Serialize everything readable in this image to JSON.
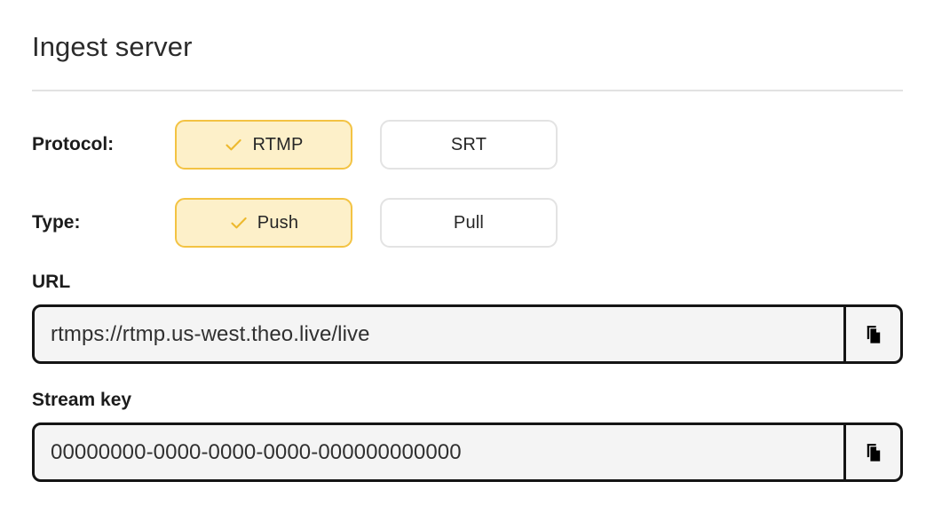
{
  "header": {
    "title": "Ingest server"
  },
  "protocol": {
    "label": "Protocol:",
    "options": [
      {
        "label": "RTMP",
        "selected": true,
        "icon": "check-icon"
      },
      {
        "label": "SRT",
        "selected": false
      }
    ]
  },
  "type": {
    "label": "Type:",
    "options": [
      {
        "label": "Push",
        "selected": true,
        "icon": "check-icon"
      },
      {
        "label": "Pull",
        "selected": false
      }
    ]
  },
  "url_field": {
    "label": "URL",
    "value": "rtmps://rtmp.us-west.theo.live/live",
    "placeholder": "",
    "copy_icon": "copy-icon"
  },
  "stream_key_field": {
    "label": "Stream key",
    "value": "00000000-0000-0000-0000-000000000000",
    "placeholder": "",
    "copy_icon": "copy-icon"
  },
  "colors": {
    "selected_background": "#fdf0c9",
    "selected_border": "#f3c343",
    "check_mark": "#edb92e",
    "unselected_border": "#e3e3e3",
    "field_border": "#141414",
    "field_background": "#f4f4f4",
    "divider": "#e2e2e2",
    "text": "#1c1c1c"
  }
}
